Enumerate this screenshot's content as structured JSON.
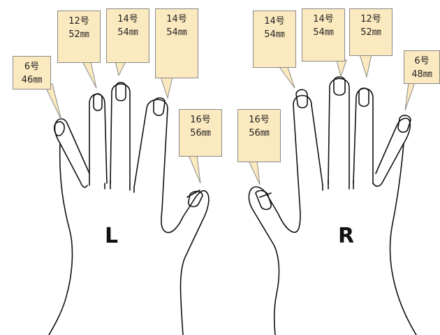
{
  "left_hand": {
    "letter": "L",
    "callouts": [
      {
        "id": "thumb",
        "size": "6号",
        "mm": "46㎜"
      },
      {
        "id": "index",
        "size": "12号",
        "mm": "52㎜"
      },
      {
        "id": "middle",
        "size": "14号",
        "mm": "54㎜"
      },
      {
        "id": "ring",
        "size": "14号",
        "mm": "54㎜"
      },
      {
        "id": "pinky",
        "size": "16号",
        "mm": "56㎜"
      }
    ]
  },
  "right_hand": {
    "letter": "R",
    "callouts": [
      {
        "id": "pinky",
        "size": "16号",
        "mm": "56㎜"
      },
      {
        "id": "ring",
        "size": "14号",
        "mm": "54㎜"
      },
      {
        "id": "middle",
        "size": "14号",
        "mm": "54㎜"
      },
      {
        "id": "index",
        "size": "12号",
        "mm": "52㎜"
      },
      {
        "id": "thumb",
        "size": "6号",
        "mm": "48㎜"
      }
    ]
  },
  "colors": {
    "callout_fill": "#fbe9bf",
    "callout_border": "#8a8a8a",
    "outline": "#111111"
  }
}
